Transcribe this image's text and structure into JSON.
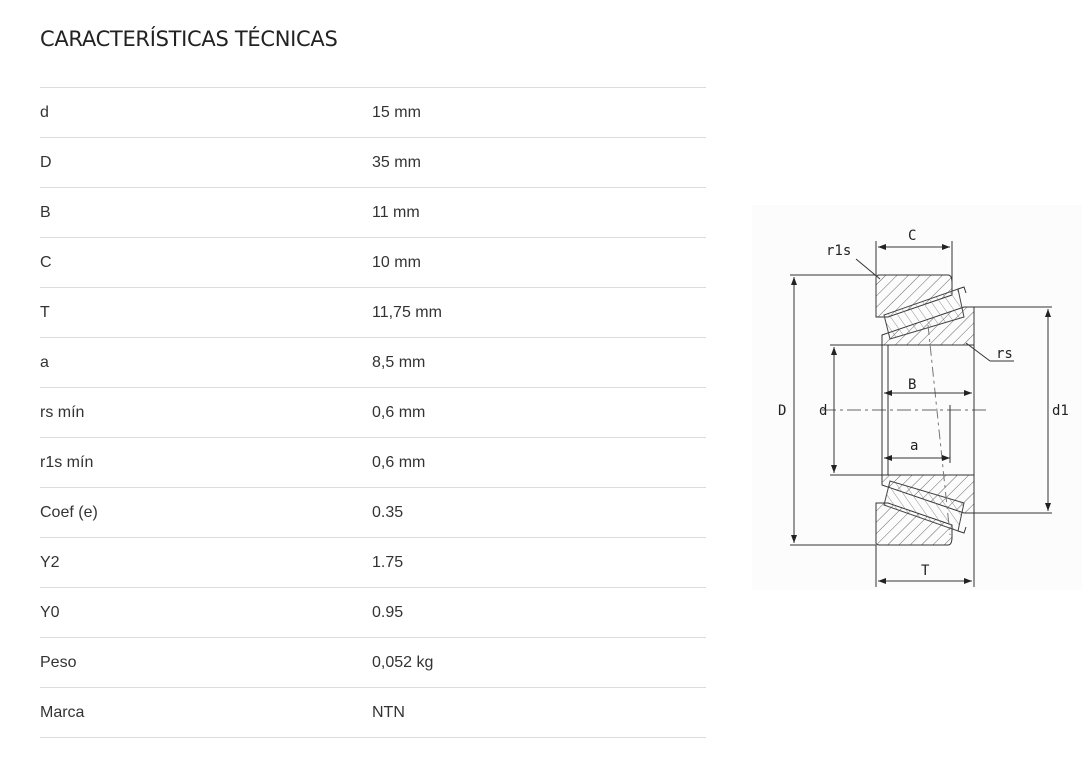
{
  "title": "CARACTERÍSTICAS TÉCNICAS",
  "specs": [
    {
      "label": "d",
      "value": "15 mm"
    },
    {
      "label": "D",
      "value": "35 mm"
    },
    {
      "label": "B",
      "value": "11 mm"
    },
    {
      "label": "C",
      "value": "10 mm"
    },
    {
      "label": "T",
      "value": "11,75 mm"
    },
    {
      "label": "a",
      "value": "8,5 mm"
    },
    {
      "label": "rs mín",
      "value": "0,6 mm"
    },
    {
      "label": "r1s mín",
      "value": "0,6 mm"
    },
    {
      "label": "Coef (e)",
      "value": "0.35"
    },
    {
      "label": "Y2",
      "value": "1.75"
    },
    {
      "label": "Y0",
      "value": "0.95"
    },
    {
      "label": "Peso",
      "value": "0,052 kg"
    },
    {
      "label": "Marca",
      "value": "NTN"
    }
  ],
  "diagram": {
    "labels": {
      "C": "C",
      "r1s": "r1s",
      "rs": "rs",
      "D": "D",
      "d": "d",
      "B": "B",
      "a": "a",
      "d1": "d1",
      "T": "T"
    }
  }
}
